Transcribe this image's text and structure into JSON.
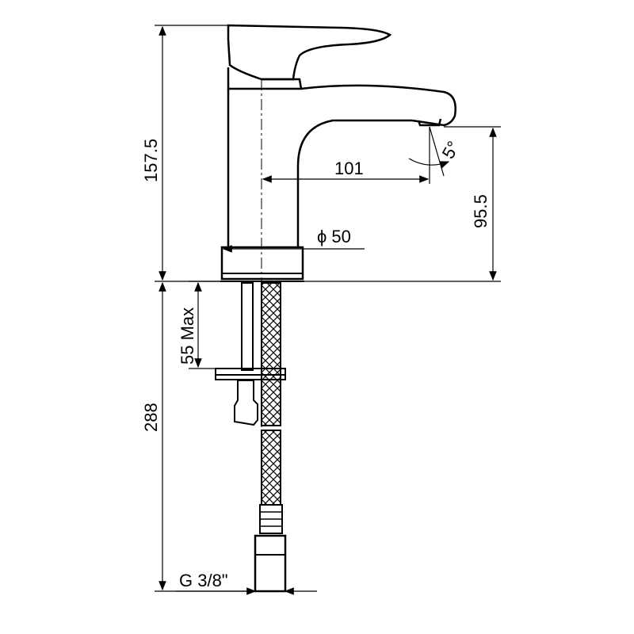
{
  "dimensions": {
    "total_height": "157.5",
    "spout_height": "95.5",
    "spout_reach": "101",
    "angle": "5°",
    "diameter": "ϕ 50",
    "max_thickness": "55 Max",
    "hose_length": "288",
    "thread": "G 3/8\""
  }
}
